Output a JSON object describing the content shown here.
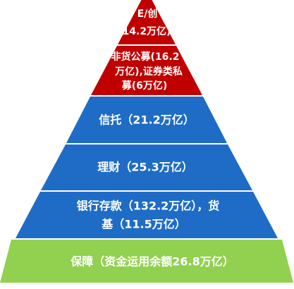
{
  "layers": [
    {
      "lines": [
        "E/创",
        "14.2万亿)"
      ],
      "color": "#c00000"
    },
    {
      "lines": [
        "非货公募(16.2",
        "万亿),证券类私",
        "募(6万亿)"
      ],
      "color": "#c00000"
    },
    {
      "lines": [
        "信托（21.2万亿）"
      ],
      "color": "#1f6cc6"
    },
    {
      "lines": [
        "理财（25.3万亿）"
      ],
      "color": "#1f6cc6"
    },
    {
      "lines": [
        "银行存款（132.2万亿），货",
        "基（11.5万亿）"
      ],
      "color": "#1f6cc6"
    },
    {
      "lines": [
        "保障（资金运用余额26.8万亿）"
      ],
      "color": "#92d050"
    }
  ]
}
